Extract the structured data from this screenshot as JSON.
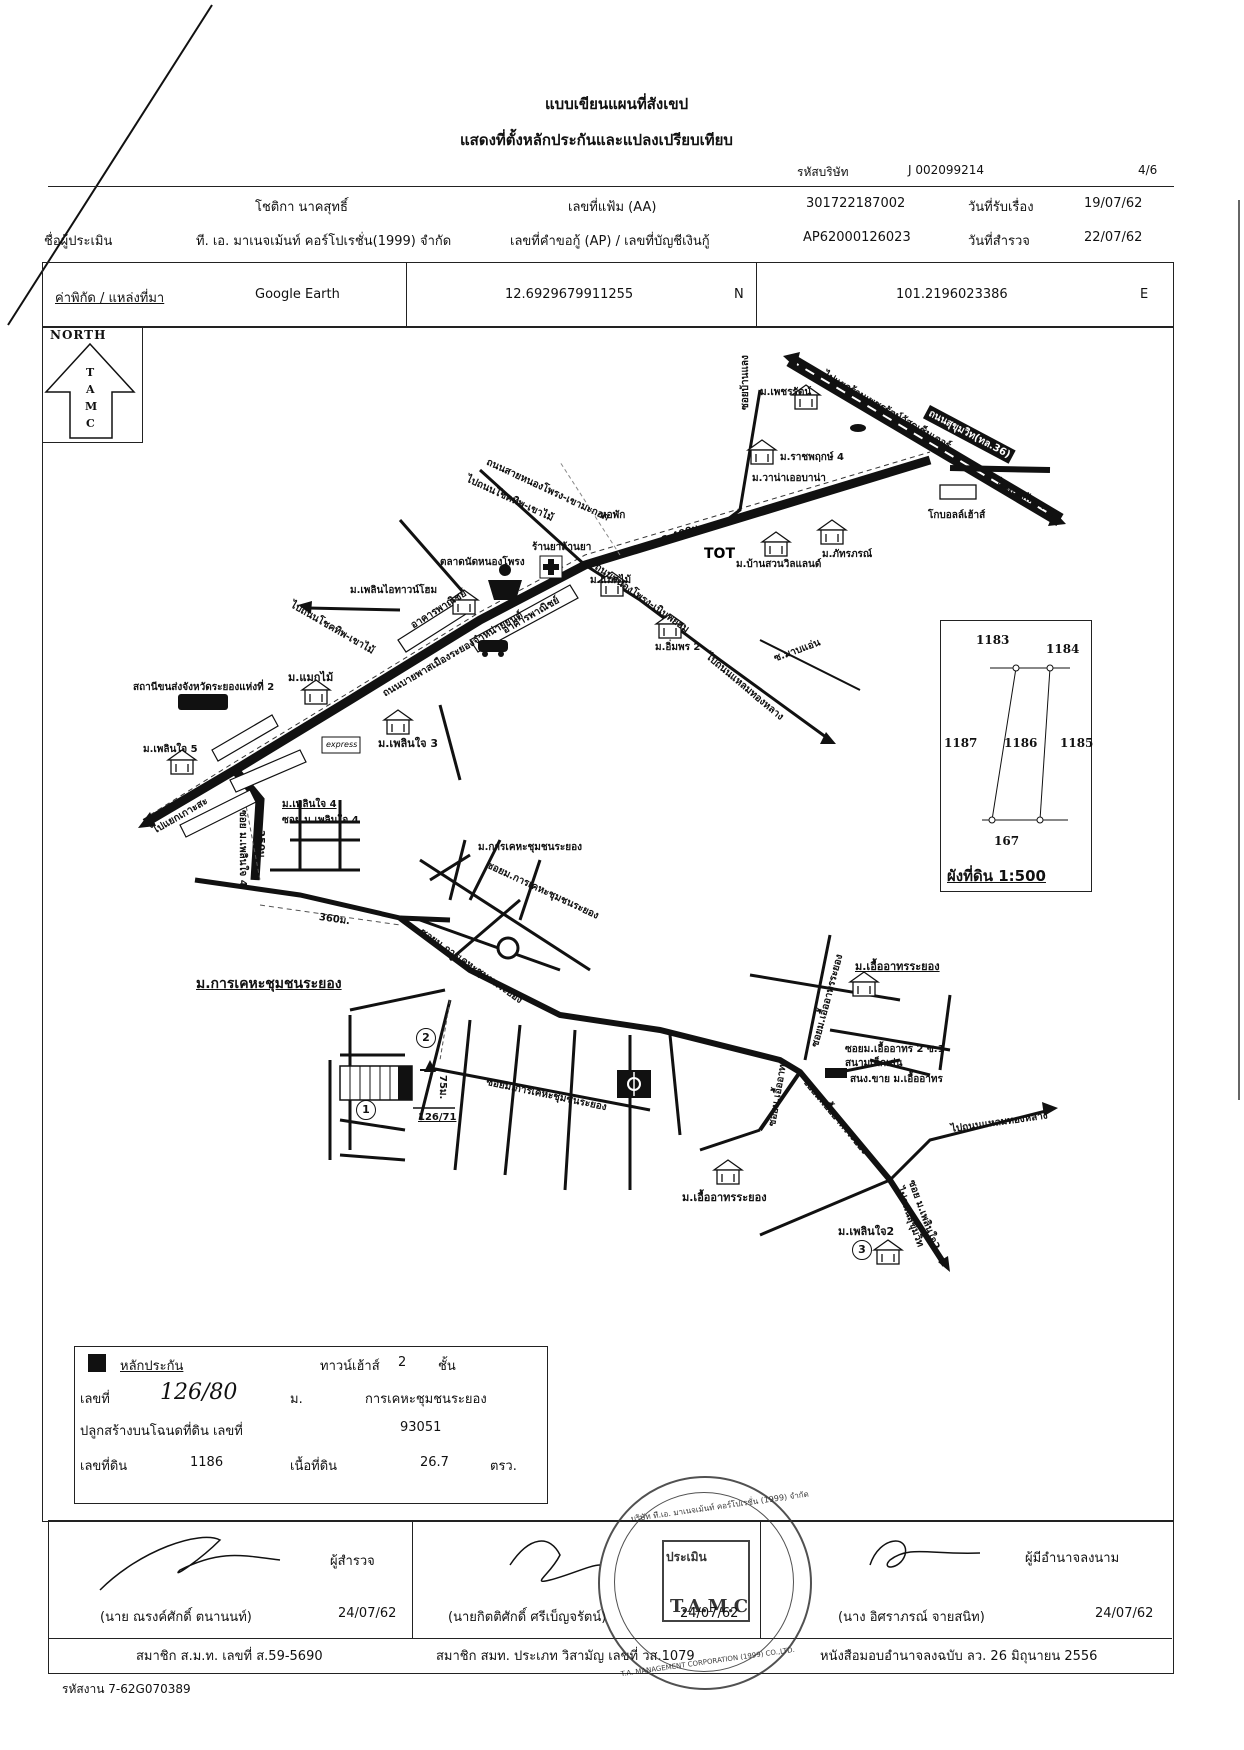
{
  "header": {
    "title1": "แบบเขียนแผนที่สังเขป",
    "title2": "แสดงที่ตั้งหลักประกันและแปลงเปรียบเทียบ",
    "company_code_label": "รหัสบริษัท",
    "company_code": "J 002099214",
    "page_num": "4/6"
  },
  "info": {
    "owner": "โชติกา นาคสุทธิ์",
    "file_no_label": "เลขที่แฟ้ม (AA)",
    "file_no": "301722187002",
    "received_label": "วันที่รับเรื่อง",
    "received_date": "19/07/62",
    "appraiser_label": "ชื่อผู้ประเมิน",
    "appraiser_company": "ที. เอ. มาเนจเม้นท์ คอร์โปเรชั่น(1999) จำกัด",
    "request_label": "เลขที่คำขอกู้ (AP) / เลขที่บัญชีเงินกู้",
    "request_no": "AP62000126023",
    "survey_label": "วันที่สำรวจ",
    "survey_date": "22/07/62"
  },
  "coords": {
    "label": "ค่าพิกัด / แหล่งที่มา",
    "source": "Google Earth",
    "lat": "12.6929679911255",
    "lat_dir": "N",
    "lon": "101.2196023386",
    "lon_dir": "E"
  },
  "map": {
    "north_label": "NORTH",
    "north_letters": [
      "T",
      "A",
      "M",
      "C"
    ],
    "labels": {
      "phetcharat": "ม.เพชรรัตน์",
      "shop_phet": "ไปแยกร้านเพชรรัตน์วัสดุเซ็นเตอร์",
      "sukhumvit": "ถนนสุขุมวิท(ทล.36)",
      "ratchaphruk": "ม.ราชพฤกษ์ 4",
      "wanam": "ม.วาน่าเออบาน่า",
      "soi_ban": "ซอยบ้านแลง",
      "to_pattaya": "ไปแยกพัทยา",
      "koban": "โกบอลล์เฮ้าส์",
      "dorm": "หอพัก",
      "dist_2400": "2,400ม.",
      "tot": "TOT",
      "phattharaporn": "ม.ภัทรภรณ์",
      "ban_suan": "ม.บ้านสวนวิลแลนด์",
      "road_nongphrong": "ถนนสายหนองโพรง-เขามะกอก",
      "to_road": "ไปถนนโชคทิพ-เขาไม้",
      "market": "ตลาดนัดหนองโพรง",
      "pharmacy": "ร้านยาล้านยา",
      "plearn_town": "ม.เพลินไอทาวน์โฮม",
      "commercial": "อาคารพาณิชย์",
      "maekmai": "ม.แมกไม้",
      "aimporn": "ม.อิ่มพร 2",
      "to_road2": "ไปถนนโชคทิพ-เขาไม้",
      "road_nongphrong2": "ถนนหนองโพรง-เนินพยอม",
      "soi_maplaen": "ซ.มาบแอ่น",
      "to_laem": "ไปถนนแหลมทองหลาง",
      "station": "สถานีขนส่งจังหวัดระยองแห่งที่ 2",
      "maekmai2": "ม.แมกไม้",
      "car_shop": "ถนนบายพาสเมืองระยองจำหน่ายยนต์",
      "plearn5": "ม.เพลินใจ 5",
      "plearn3": "ม.เพลินใจ 3",
      "express": "express",
      "to_kraing": "ไปแยกเกาะสะ",
      "plearn4": "ม.เพลินใจ 4",
      "soi_plearn4": "ซอย ม.เพลินใจ 4",
      "soi_plearn4_v": "ซอย ม.เพลินใจ 4",
      "dist_250": "250ม.",
      "kehachum": "ม.การเคหะชุมชนระยอง",
      "soi_keha": "ซอยม.การเคหะชุมชนระยอง",
      "dist_360": "360ม.",
      "keha_big": "ม.การเคหะชุมชนระยอง",
      "soi_keha2": "ซอยม.การเคหะชุมชนระยอง",
      "soi_keha3": "ซอยม.การเคหะชุมชนระยอง",
      "dist_75": "75ม.",
      "addr": "126/71",
      "ua_top": "ม.เอื้ออาทรระยอง",
      "soi_ua": "ซอยม.เอื้ออาทรระยอง",
      "soi_ua2": "ซอยม.เอื้ออาทร 2 ซ.1",
      "playground": "สนามเด็กเล่น",
      "shop_ua": "สนง.ขาย ม.เอื้ออาทร",
      "soi_ua3": "ซอยม.เอื้ออาทรระยอง",
      "soi_ua4": "ซอยม.เอื้ออาทร",
      "to_laem2": "ไปถนนแหลมทองหลาง",
      "ua_bottom": "ม.เอื้ออาทรระยอง",
      "soi_plearn2": "ซอย ม.เพลินใจ2",
      "to_sukhum": "ไปถนนสุขุมวิท",
      "plearn2": "ม.เพลินใจ2"
    },
    "markers": [
      "1",
      "2",
      "3"
    ]
  },
  "plot": {
    "n1183": "1183",
    "n1184": "1184",
    "n1187": "1187",
    "n1186": "1186",
    "n1185": "1185",
    "n167": "167",
    "title": "ผังที่ดิน 1:500"
  },
  "collateral": {
    "label": "หลักประกัน",
    "type": "ทาวน์เฮ้าส์",
    "floors": "2",
    "floors_unit": "ชั้น",
    "no_label": "เลขที่",
    "no_value": "126/80",
    "village_label": "ม.",
    "village": "การเคหะชุมชนระยอง",
    "deed_label": "ปลูกสร้างบนโฉนดที่ดิน เลขที่",
    "deed_no": "93051",
    "land_no_label": "เลขที่ดิน",
    "land_no": "1186",
    "area_label": "เนื้อที่ดิน",
    "area": "26.7",
    "area_unit": "ตรว."
  },
  "signatures": {
    "inspector_role": "ผู้สำรวจ",
    "inspector_name": "(นาย ณรงค์ศักดิ์ ตนานนท์)",
    "inspector_date": "24/07/62",
    "inspector_member": "สมาชิก ส.ม.ท. เลขที่ ส.59-5690",
    "checker_name": "(นายกิตติศักดิ์  ศรีเบ็ญจรัตน์)",
    "checker_date": "24/07/62",
    "checker_member": "สมาชิก สมท. ประเภท วิสามัญ เลขที่ วส.1079",
    "approver_role": "ผู้มีอำนาจลงนาม",
    "approver_name": "(นาง อิศราภรณ์  จายสนิท)",
    "approver_date": "24/07/62",
    "approver_member": "หนังสือมอบอำนาจลงฉบับ ลว. 26 มิถุนายน 2556",
    "job_code": "รหัสงาน 7-62G070389",
    "stamp_top": "บริษัท ที.เอ. มาเนจเม้นท์ คอร์โปเรชั่น (1999) จำกัด",
    "stamp_center": "T.A.M.C",
    "stamp_mid": "ประเมิน",
    "stamp_bottom": "T.A. MANAGEMENT CORPORATION (1999) CO.,LTD."
  }
}
